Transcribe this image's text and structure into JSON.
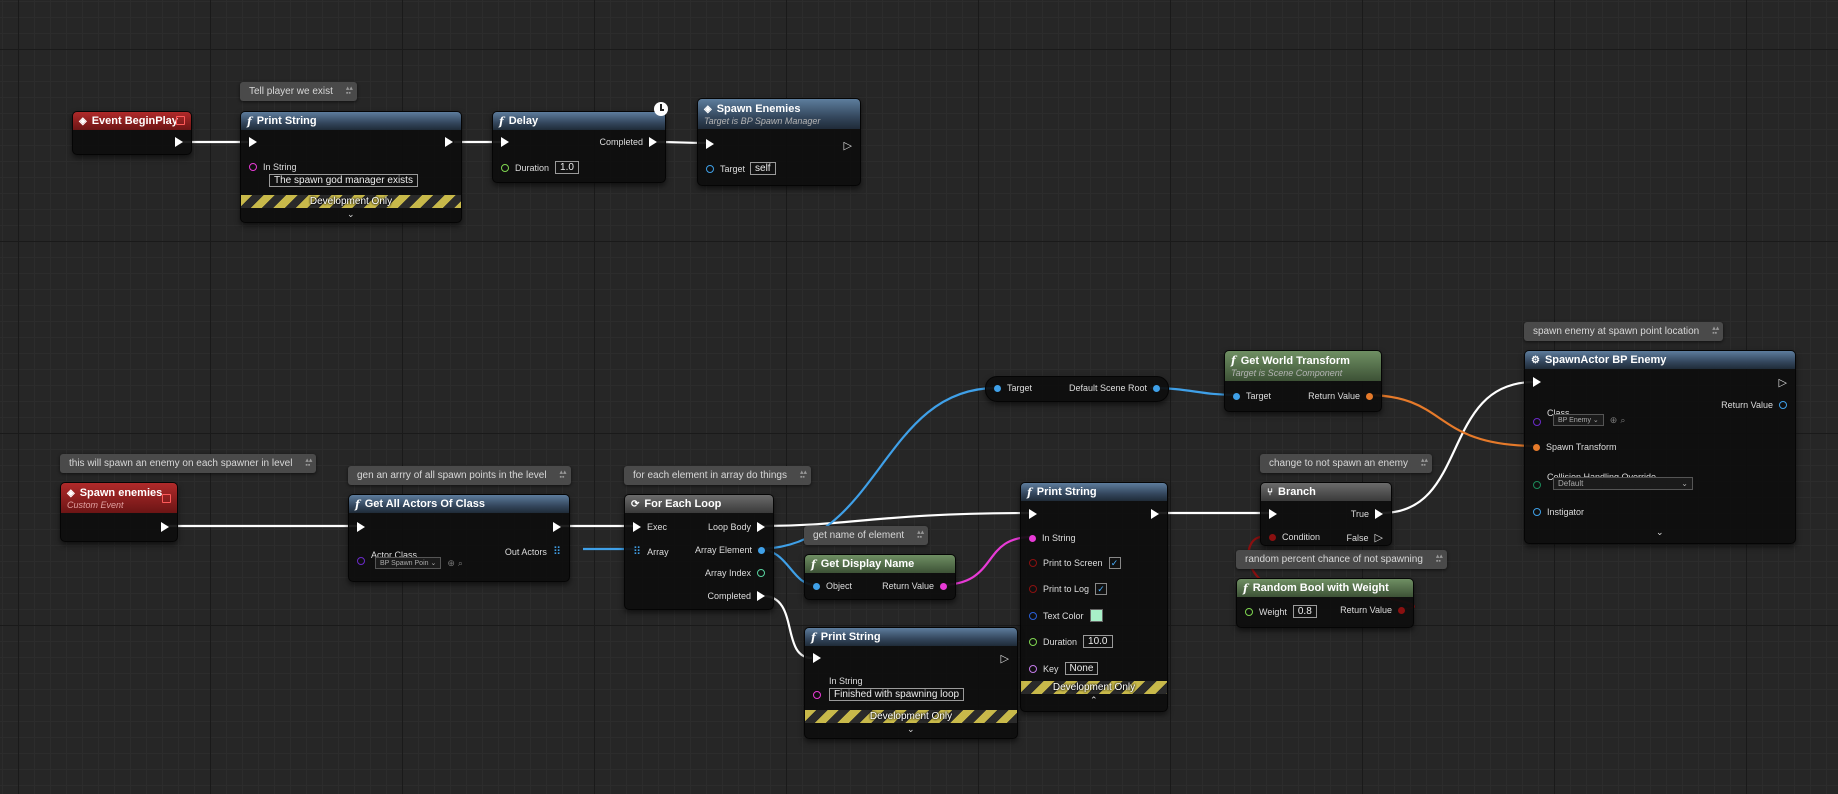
{
  "comments": {
    "tell_player": "Tell player we exist",
    "spawn_each": "this will spawn an enemy on each spawner in level",
    "gen_array": "gen an arrry of all spawn points in the level",
    "each_element": "for each element in array do things",
    "get_name": "get name of element",
    "change_not_spawn": "change to not spawn an enemy",
    "random_percent": "random percent chance of not spawning",
    "spawn_at_point": "spawn enemy at spawn point location"
  },
  "nodes": {
    "begin_play": {
      "title": "Event BeginPlay"
    },
    "print_top": {
      "title": "Print String",
      "in_string_label": "In String",
      "in_string_value": "The spawn god manager exists",
      "dev": "Development Only"
    },
    "delay": {
      "title": "Delay",
      "completed": "Completed",
      "duration_label": "Duration",
      "duration_value": "1.0"
    },
    "spawn_enemies_call": {
      "title": "Spawn Enemies",
      "subtitle": "Target is BP Spawn Manager",
      "target_label": "Target",
      "target_value": "self"
    },
    "custom_event": {
      "title": "Spawn enemies",
      "subtitle": "Custom Event"
    },
    "get_all_actors": {
      "title": "Get All Actors Of Class",
      "actor_class_label": "Actor Class",
      "actor_class_value": "BP Spawn Poin",
      "out_actors": "Out Actors"
    },
    "for_each": {
      "title": "For Each Loop",
      "exec": "Exec",
      "array": "Array",
      "loop_body": "Loop Body",
      "array_element": "Array Element",
      "array_index": "Array Index",
      "completed": "Completed"
    },
    "root_getter": {
      "target": "Target",
      "default_scene_root": "Default Scene Root"
    },
    "get_world_transform": {
      "title": "Get World Transform",
      "subtitle": "Target is Scene Component",
      "target": "Target",
      "return_value": "Return Value"
    },
    "get_display_name": {
      "title": "Get Display Name",
      "object": "Object",
      "return_value": "Return Value"
    },
    "print_mid": {
      "title": "Print String",
      "in_string": "In String",
      "print_screen": "Print to Screen",
      "print_log": "Print to Log",
      "text_color": "Text Color",
      "duration_label": "Duration",
      "duration_value": "10.0",
      "key_label": "Key",
      "key_value": "None",
      "dev": "Development Only"
    },
    "print_bottom": {
      "title": "Print String",
      "in_string_label": "In String",
      "in_string_value": "Finished with spawning loop",
      "dev": "Development Only"
    },
    "branch": {
      "title": "Branch",
      "true_label": "True",
      "condition": "Condition",
      "false_label": "False"
    },
    "random_bool": {
      "title": "Random Bool with Weight",
      "weight_label": "Weight",
      "weight_value": "0.8",
      "return_value": "Return Value"
    },
    "spawn_actor": {
      "title": "SpawnActor BP Enemy",
      "class_label": "Class",
      "class_value": "BP Enemy",
      "return_value": "Return Value",
      "spawn_transform": "Spawn Transform",
      "collision_label": "Collision Handling Override",
      "collision_value": "Default",
      "instigator": "Instigator"
    }
  },
  "colors": {
    "exec_wire": "#ffffff",
    "object_wire": "#3fa0e8",
    "string_wire": "#e83ad6",
    "transform_wire": "#e67a2a",
    "bool_wire": "#8a1010",
    "float_pin": "#7fd650",
    "text_color_swatch": "#a8f0c8",
    "class_pin": "#6a2ac8"
  }
}
